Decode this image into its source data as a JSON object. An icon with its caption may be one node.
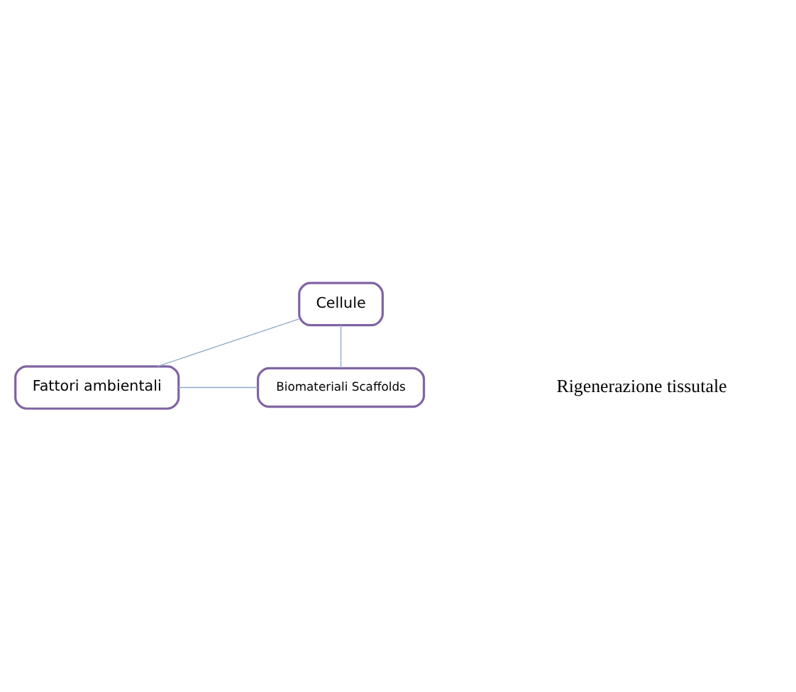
{
  "diagram": {
    "nodes": [
      {
        "text": [
          "Cellule"
        ]
      },
      {
        "text": [
          "Biomateriali Scaffolds"
        ]
      },
      {
        "text": [
          "Fattori ambientali"
        ]
      }
    ],
    "edges": [
      {
        "from": 0,
        "to": 2,
        "arrow": "none"
      },
      {
        "from": 2,
        "to": 1,
        "arrow": "none"
      },
      {
        "from": 1,
        "to": 0,
        "arrow": "none"
      }
    ],
    "labels": [
      "Rigenerazione tissutale"
    ]
  }
}
